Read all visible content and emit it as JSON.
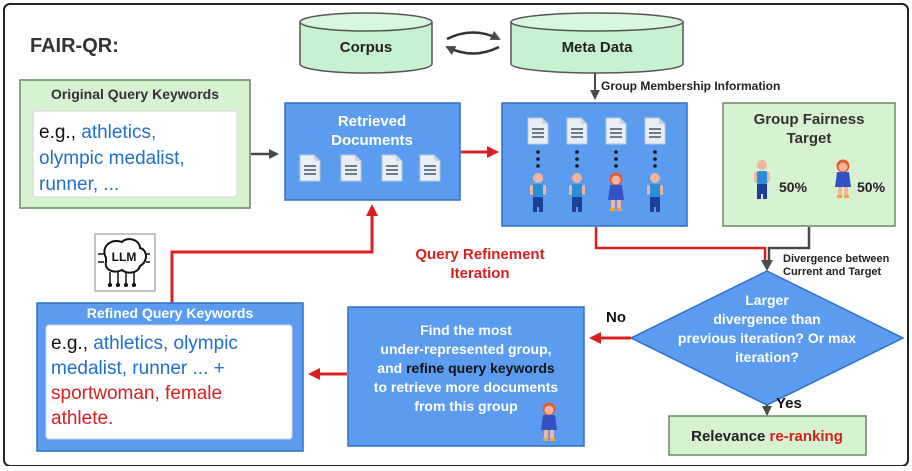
{
  "title": "FAIR-QR:",
  "corpus": "Corpus",
  "metadata": "Meta Data",
  "group_membership": "Group Membership Information",
  "original_query": {
    "header": "Original Query Keywords",
    "prefix": "e.g.,",
    "keywords_line1": "athletics,",
    "keywords_line2": "olympic medalist,",
    "keywords_line3": "runner, ..."
  },
  "retrieved_documents": {
    "line1": "Retrieved",
    "line2": "Documents"
  },
  "group_fairness": {
    "line1": "Group Fairness",
    "line2": "Target",
    "male_pct": "50%",
    "female_pct": "50%"
  },
  "divergence": {
    "line1": "Divergence between",
    "line2": "Current and Target"
  },
  "query_refinement": {
    "line1": "Query Refinement",
    "line2": "Iteration"
  },
  "llm": "LLM",
  "refined_query": {
    "header": "Refined Query Keywords",
    "prefix": "e.g.,",
    "blue_line1": "athletics, olympic",
    "blue_line2": "medalist, runner ... +",
    "red_line3": "sportwoman, female",
    "red_line4": "athlete."
  },
  "find_group": {
    "line1": "Find the most",
    "line2": "under-represented group,",
    "line3_prefix": "and ",
    "line3_bold": "refine query keywords",
    "line4": "to retrieve more documents",
    "line5": "from this group"
  },
  "decision": {
    "line1": "Larger",
    "line2": "divergence than",
    "line3": "previous iteration? Or max",
    "line4": "iteration?"
  },
  "no_label": "No",
  "yes_label": "Yes",
  "relevance": {
    "prefix": "Relevance ",
    "highlight": "re-ranking"
  },
  "colors": {
    "blue_box": "#5b9cf0",
    "green_box": "#d6f2d0",
    "green_border": "#6a8a62",
    "red_arrow": "#d92020",
    "dark_arrow": "#4a4a4a",
    "keyword_blue": "#1f6fd1",
    "keyword_red": "#d92020"
  }
}
